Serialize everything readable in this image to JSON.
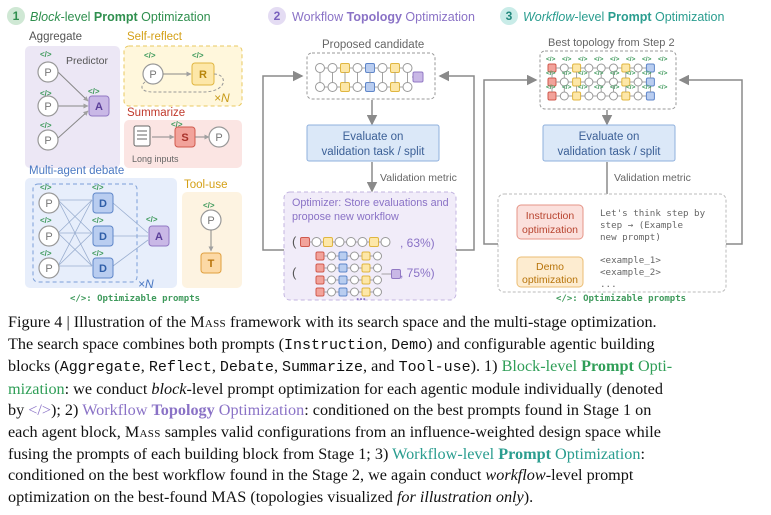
{
  "stage1": {
    "num": "1",
    "title_a": "Block",
    "title_b": "-level ",
    "title_c": "Prompt",
    "title_d": " Optimization",
    "aggregate": "Aggregate",
    "predictor": "Predictor",
    "self_reflect": "Self-reflect",
    "summarize": "Summarize",
    "long_inputs": "Long inputs",
    "debate": "Multi-agent debate",
    "tool_use": "Tool-use",
    "times_n": "×N",
    "tag": "</>",
    "footer": "</>: Optimizable prompts",
    "nodes": {
      "p": "P",
      "a": "A",
      "r": "R",
      "s": "S",
      "d": "D",
      "t": "T"
    }
  },
  "stage2": {
    "num": "2",
    "title_a": "Workflow ",
    "title_b": "Topology",
    "title_c": " Optimization",
    "proposed": "Proposed candidate",
    "evaluate1": "Evaluate on",
    "evaluate2": "validation task / split",
    "metric": "Validation metric",
    "optimizer1": "Optimizer: Store evaluations and",
    "optimizer2": "propose new workflow",
    "score1": ", 63%)",
    "score2": ", 75%)",
    "paren": "(",
    "ellipsis": "..."
  },
  "stage3": {
    "num": "3",
    "title_a": "Workflow",
    "title_b": "-level ",
    "title_c": "Prompt",
    "title_d": " Optimization",
    "best": "Best topology from Step 2",
    "evaluate1": "Evaluate on",
    "evaluate2": "validation task / split",
    "metric": "Validation metric",
    "instr1": "Instruction",
    "instr2": "optimization",
    "demo1": "Demo",
    "demo2": "optimization",
    "code1": "Let's think step by",
    "code2": "step → (Example",
    "code3": "new prompt)",
    "ex1": "<example_1>",
    "ex2": "<example_2>",
    "ex3": "...",
    "footer": "</>: Optimizable prompts"
  },
  "caption": {
    "l1a": "Figure 4 | Illustration of the ",
    "mass": "Mass",
    "l1b": " framework with its search space and the multi-stage optimization.",
    "l2a": "The search space combines both prompts (",
    "instruction": "Instruction",
    "comma": ", ",
    "demo": "Demo",
    "l2b": ") and configurable agentic building",
    "l3a": "blocks (",
    "aggregate": "Aggregate",
    "reflect": "Reflect",
    "debate": "Debate",
    "summarize": "Summarize",
    "and": ", and ",
    "tooluse": "Tool-use",
    "l3b": "). 1) ",
    "s1a": "Block-level ",
    "s1b": "Prompt",
    "s1c": " Opti-",
    "l4a": "mization",
    "l4b": ": we conduct ",
    "l4c": "block",
    "l4d": "-level prompt optimization for each agentic module individually (denoted",
    "l5a": "by ",
    "l5tag": "</>",
    "l5b": "); 2) ",
    "s2a": "Workflow ",
    "s2b": "Topology",
    "s2c": " Optimization",
    "l5c": ": conditioned on the best prompts found in Stage 1 on",
    "l6a": "each agent block, ",
    "l6b": " samples valid configurations from an influence-weighted design space while",
    "l7a": "fusing the prompts of each building block from Stage 1; 3) ",
    "s3a": "Workflow-level ",
    "s3b": "Prompt",
    "s3c": " Optimization",
    "l7b": ":",
    "l8a": "conditioned on the best workflow found in the Stage 2, we again conduct ",
    "l8b": "workflow",
    "l8c": "-level prompt",
    "l9a": "optimization on the best-found MAS (topologies visualized ",
    "l9b": "for illustration only",
    "l9c": ")."
  }
}
